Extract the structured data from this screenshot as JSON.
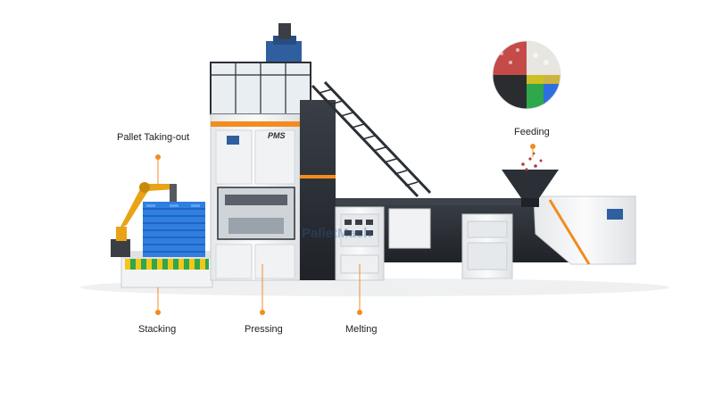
{
  "labels": {
    "pallet_taking_out": "Pallet Taking-out",
    "feeding": "Feeding",
    "stacking": "Stacking",
    "pressing": "Pressing",
    "melting": "Melting"
  },
  "machine": {
    "model_plate": "PMS",
    "watermark": "PalletMach"
  },
  "colors": {
    "accent": "#f28c1e",
    "frame_dark": "#2b2f36",
    "panel_light": "#eceef0",
    "panel_white": "#f7f8f9",
    "brand_blue": "#2f5f9e",
    "pallet_blue": "#2f7fe0",
    "robot_yellow": "#e8a317",
    "stack_green": "#2ea84a"
  },
  "icons": [
    "pallet-icon",
    "plastic-granules-icon",
    "robot-arm-icon",
    "hopper-icon"
  ]
}
